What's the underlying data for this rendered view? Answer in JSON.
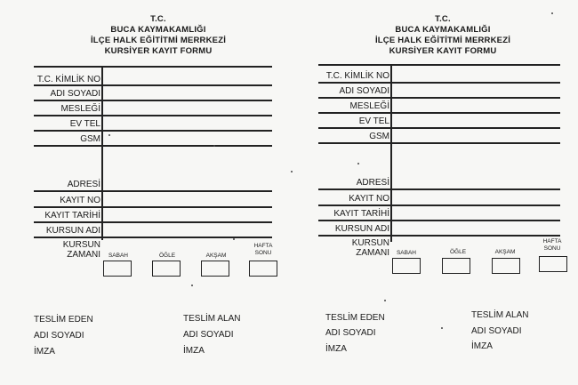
{
  "forms": [
    {
      "header": [
        "T.C.",
        "BUCA KAYMAKAMLIĞI",
        "İLÇE HALK EĞİTİTMİ MERRKEZİ",
        "KURSİYER KAYIT FORMU"
      ],
      "fields": [
        "T.C. KİMLİK NO",
        "ADI SOYADI",
        "MESLEĞİ",
        "EV TEL",
        "GSM",
        "ADRESİ",
        "KAYIT NO",
        "KAYIT TARİHİ",
        "KURSUN ADI"
      ],
      "kursun_zamani": [
        "KURSUN",
        "ZAMANI"
      ],
      "time_slots": [
        "SABAH",
        "ÖĞLE",
        "AKŞAM",
        [
          "HAFTA",
          "SONU"
        ]
      ],
      "teslim_eden": [
        "TESLİM EDEN",
        "ADI SOYADI",
        "İMZA"
      ],
      "teslim_alan": [
        "TESLİM ALAN",
        "ADI SOYADI",
        "İMZA"
      ]
    },
    {
      "header": [
        "T.C.",
        "BUCA KAYMAKAMLIĞI",
        "İLÇE HALK EĞİTİTMİ MERRKEZİ",
        "KURSİYER KAYIT FORMU"
      ],
      "fields": [
        "T.C. KİMLİK NO",
        "ADI SOYADI",
        "MESLEĞİ",
        "EV TEL",
        "GSM",
        "ADRESİ",
        "KAYIT NO",
        "KAYIT TARİHİ",
        "KURSUN ADI"
      ],
      "kursun_zamani": [
        "KURSUN",
        "ZAMANI"
      ],
      "time_slots": [
        "SABAH",
        "ÖĞLE",
        "AKŞAM",
        [
          "HAFTA",
          "SONU"
        ]
      ],
      "teslim_eden": [
        "TESLİM EDEN",
        "ADI SOYADI",
        "İMZA"
      ],
      "teslim_alan": [
        "TESLİM ALAN",
        "ADI SOYADI",
        "İMZA"
      ]
    }
  ]
}
